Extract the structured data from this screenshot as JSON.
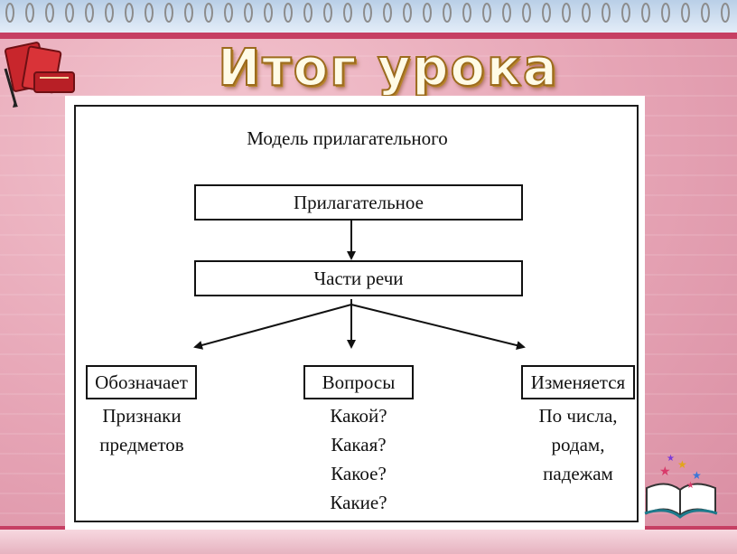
{
  "slide": {
    "title": "Итог урока"
  },
  "diagram": {
    "title": "Модель прилагательного",
    "nodes": {
      "root": "Прилагательное",
      "level2": "Части речи",
      "left": "Обозначает",
      "center": "Вопросы",
      "right": "Изменяется"
    },
    "details": {
      "left": [
        "Признаки",
        "предметов"
      ],
      "center": [
        "Какой?",
        "Какая?",
        "Какое?",
        "Какие?"
      ],
      "right": [
        "По числа,",
        "родам,",
        "падежам"
      ]
    }
  },
  "colors": {
    "background": "#e9a9b8",
    "stripe": "#c63f63",
    "title_fill": "#fffbe6",
    "title_outline": "#9c6b1d"
  },
  "icons": {
    "top_left": "red-books-pencil-icon",
    "bottom_right": "open-book-stars-icon",
    "header": "spiral-binding-rings"
  }
}
